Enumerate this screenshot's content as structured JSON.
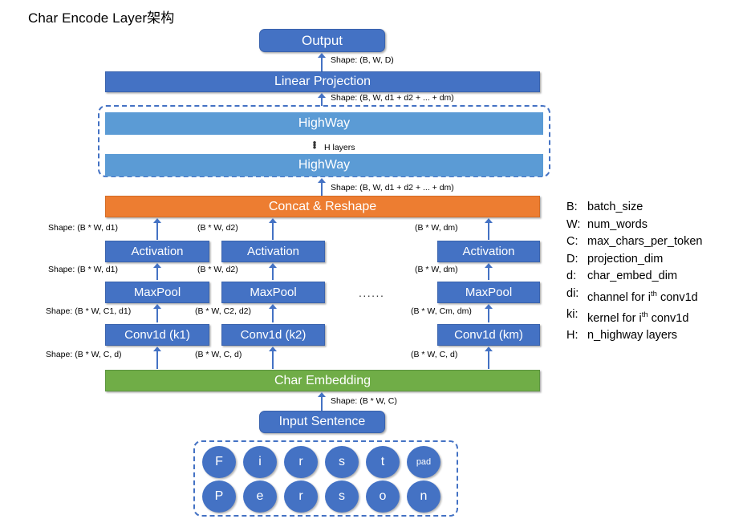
{
  "title": "Char Encode Layer架构",
  "colors": {
    "blue": "#4472C4",
    "light_blue": "#5B9BD5",
    "orange": "#ED7D31",
    "green": "#70AD47",
    "dashed_border": "#4472C4",
    "text_on_box": "#FFFFFF"
  },
  "nodes": {
    "output": "Output",
    "linear_projection": "Linear Projection",
    "highway_top": "HighWay",
    "highway_bottom": "HighWay",
    "h_layers_note": "H layers",
    "concat_reshape": "Concat & Reshape",
    "char_embedding": "Char Embedding",
    "input_sentence": "Input Sentence",
    "ellipsis_between_columns": "......"
  },
  "shapes": {
    "output_in": "Shape: (B, W, D)",
    "linear_in": "Shape: (B, W, d1 + d2 + ... + dm)",
    "highway_in": "Shape: (B, W, d1 + d2 + ... + dm)",
    "char_embedding_in": "Shape: (B * W, C)"
  },
  "columns": [
    {
      "activation": "Activation",
      "maxpool": "MaxPool",
      "conv": "Conv1d (k1)",
      "shape_activation_out": "Shape: (B * W, d1)",
      "shape_maxpool_out": "Shape: (B * W, d1)",
      "shape_conv_out": "Shape: (B * W, C1, d1)",
      "shape_conv_in": "Shape: (B * W, C, d)"
    },
    {
      "activation": "Activation",
      "maxpool": "MaxPool",
      "conv": "Conv1d (k2)",
      "shape_activation_out": "(B * W, d2)",
      "shape_maxpool_out": "(B * W, d2)",
      "shape_conv_out": "(B * W, C2, d2)",
      "shape_conv_in": "(B * W, C, d)"
    },
    {
      "activation": "Activation",
      "maxpool": "MaxPool",
      "conv": "Conv1d (km)",
      "shape_activation_out": "(B * W, dm)",
      "shape_maxpool_out": "(B * W, dm)",
      "shape_conv_out": "(B * W, Cm, dm)",
      "shape_conv_in": "(B * W, C, d)"
    }
  ],
  "legend": [
    {
      "key": "B:",
      "value": "batch_size"
    },
    {
      "key": "W:",
      "value": "num_words"
    },
    {
      "key": "C:",
      "value": "max_chars_per_token"
    },
    {
      "key": "D:",
      "value": "projection_dim"
    },
    {
      "key": "d:",
      "value": "char_embed_dim"
    },
    {
      "key": "di:",
      "value": "channel for i<sup>th</sup> conv1d"
    },
    {
      "key": "ki:",
      "value": "kernel for i<sup>th</sup> conv1d"
    },
    {
      "key": "H:",
      "value": "n_highway layers"
    }
  ],
  "char_grid": {
    "row1": [
      "F",
      "i",
      "r",
      "s",
      "t",
      "pad"
    ],
    "row2": [
      "P",
      "e",
      "r",
      "s",
      "o",
      "n"
    ]
  }
}
